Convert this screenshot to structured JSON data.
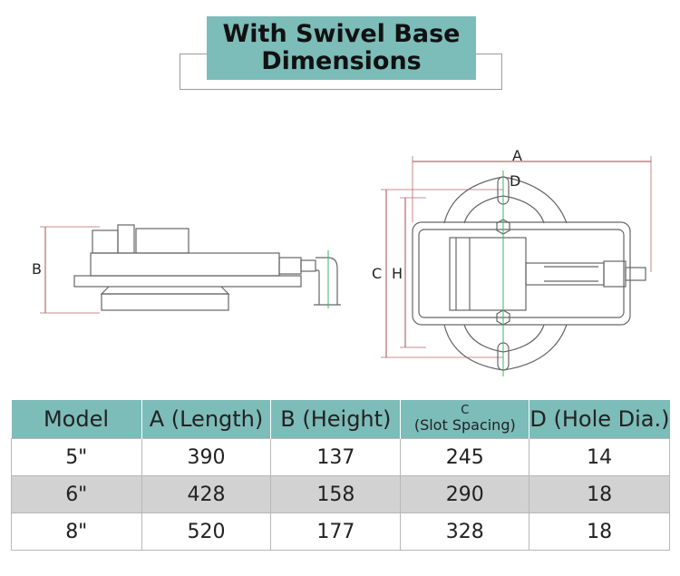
{
  "title": {
    "line1": "With Swivel Base",
    "line2": "Dimensions"
  },
  "labels": {
    "a": "A",
    "b": "B",
    "c": "C",
    "d": "D",
    "h": "H"
  },
  "colors": {
    "accent": "#7cbcb9",
    "shade": "#d2d2d2",
    "dimension": "#b86a6a",
    "centerline": "#3cb371"
  },
  "table": {
    "headers": [
      {
        "label": "Model"
      },
      {
        "label": "A (Length)"
      },
      {
        "label": "B (Height)"
      },
      {
        "top": "C",
        "bottom": "(Slot Spacing)"
      },
      {
        "label": "D (Hole Dia.)"
      }
    ],
    "rows": [
      [
        "5\"",
        "390",
        "137",
        "245",
        "14"
      ],
      [
        "6\"",
        "428",
        "158",
        "290",
        "18"
      ],
      [
        "8\"",
        "520",
        "177",
        "328",
        "18"
      ]
    ]
  }
}
